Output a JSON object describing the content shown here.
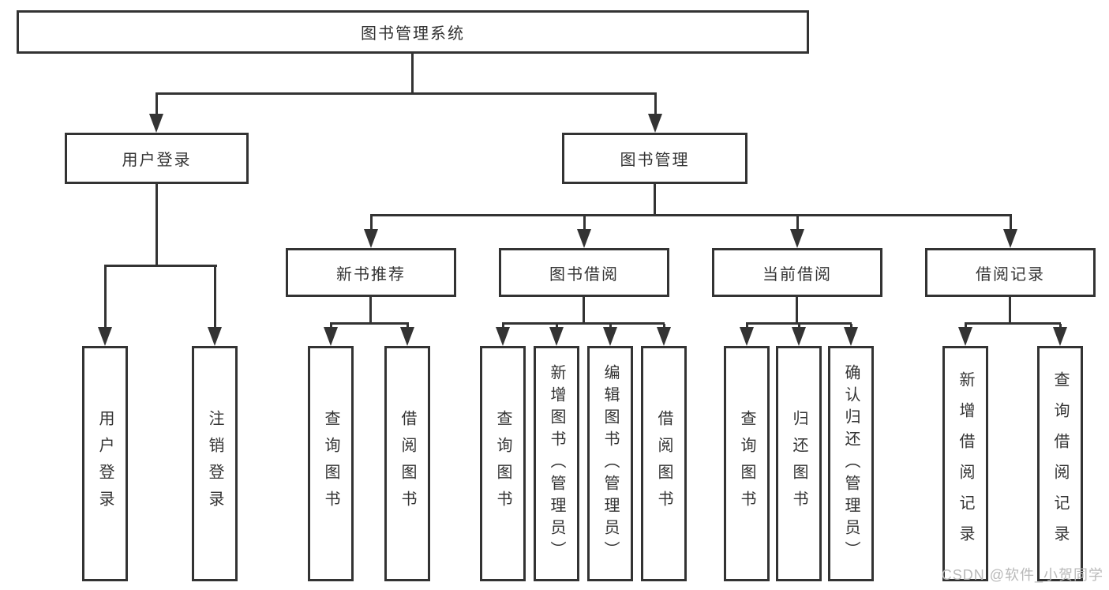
{
  "tree": {
    "root": {
      "label": "图书管理系统"
    },
    "branches": [
      {
        "label": "用户登录",
        "children": [
          {
            "label": "用户登录"
          },
          {
            "label": "注销登录"
          }
        ]
      },
      {
        "label": "图书管理",
        "children": [
          {
            "label": "新书推荐",
            "children": [
              {
                "label": "查询图书"
              },
              {
                "label": "借阅图书"
              }
            ]
          },
          {
            "label": "图书借阅",
            "children": [
              {
                "label": "查询图书"
              },
              {
                "label": "新增图书（管理员）"
              },
              {
                "label": "编辑图书（管理员）"
              },
              {
                "label": "借阅图书"
              }
            ]
          },
          {
            "label": "当前借阅",
            "children": [
              {
                "label": "查询图书"
              },
              {
                "label": "归还图书"
              },
              {
                "label": "确认归还（管理员）"
              }
            ]
          },
          {
            "label": "借阅记录",
            "children": [
              {
                "label": "新增借阅记录"
              },
              {
                "label": "查询借阅记录"
              }
            ]
          }
        ]
      }
    ]
  },
  "watermark": {
    "text": "CSDN @软件_小贺同学"
  },
  "colors": {
    "line": "#333333",
    "text": "#333333",
    "watermark": "#b9b9b9",
    "background": "#ffffff"
  }
}
